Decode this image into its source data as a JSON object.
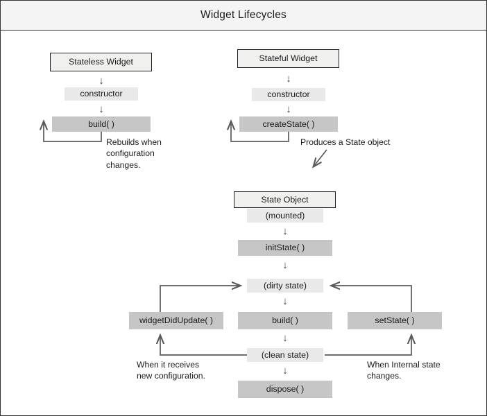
{
  "header": {
    "title": "Widget Lifecycles"
  },
  "colors": {
    "header_box_fill": "#f0f0ef",
    "light_box_fill": "#e9e9e9",
    "dark_box_fill": "#c6c6c6",
    "border": "#1d1d1d",
    "connector": "#5a5a5a",
    "title_bar_fill": "#f4f4f4",
    "text": "#1a1a1a"
  },
  "stateless_column": {
    "title": "Stateless Widget",
    "steps": [
      {
        "label": "constructor"
      },
      {
        "label": "build( )"
      }
    ],
    "note": "Rebuilds when\nconfiguration\nchanges."
  },
  "stateful_column": {
    "title": "Stateful Widget",
    "steps": [
      {
        "label": "constructor"
      },
      {
        "label": "createState( )"
      }
    ],
    "note": "Produces a State object"
  },
  "state_object": {
    "title": "State Object",
    "mounted": "(mounted)",
    "init": "initState( )",
    "dirty": "(dirty state)",
    "build": "build( )",
    "clean": "(clean state)",
    "dispose": "dispose( )",
    "left_branch": "widgetDidUpdate( )",
    "right_branch": "setState( )",
    "left_note": "When it receives\nnew configuration.",
    "right_note": "When Internal state\nchanges."
  },
  "icons": {
    "arrow_down": "↓"
  }
}
